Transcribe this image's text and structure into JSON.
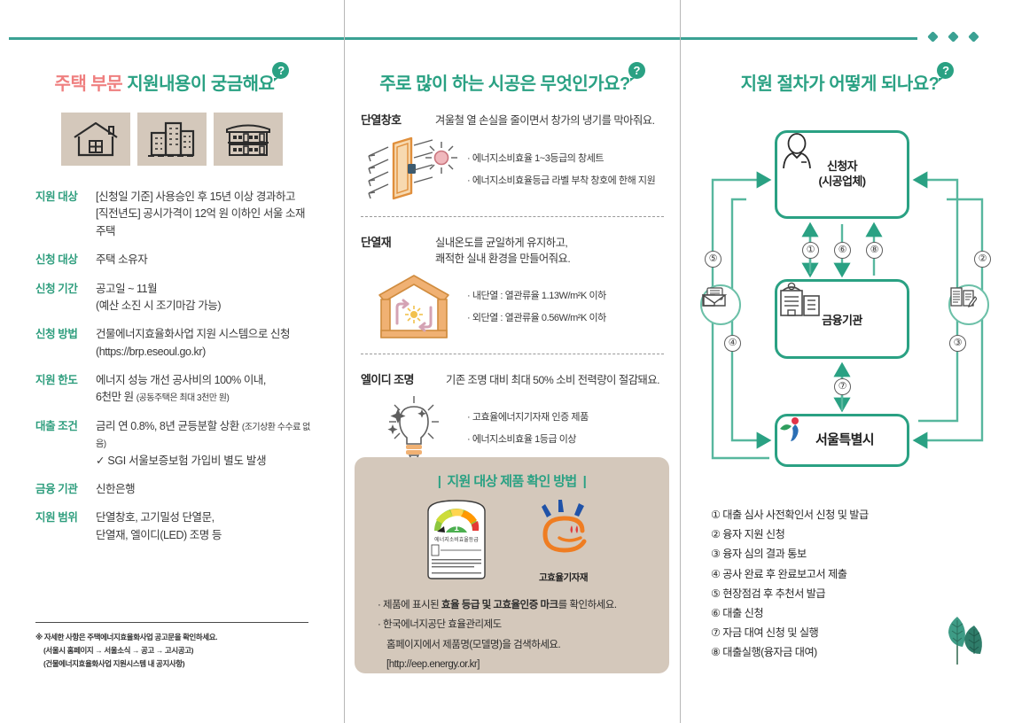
{
  "decor": {
    "dots_count": 3,
    "accent": "#3aa193",
    "beige": "#d4c8bb",
    "teal": "#2aa183",
    "pink": "#ef7f7f"
  },
  "left": {
    "heading_pink": "주택 부문",
    "heading_teal": "지원내용이 궁금해요",
    "icons": [
      "detached-house-icon",
      "apartment-building-icon",
      "multiplex-house-icon"
    ],
    "rows": [
      {
        "key": "지원 대상",
        "lines": [
          "[신청일 기준] 사용승인 후 15년 이상 경과하고",
          "[직전년도] 공시가격이 12억 원 이하인 서울 소재",
          "주택"
        ]
      },
      {
        "key": "신청 대상",
        "lines": [
          "주택 소유자"
        ]
      },
      {
        "key": "신청 기간",
        "lines": [
          "공고일 ~ 11월",
          "(예산 소진 시 조기마감 가능)"
        ]
      },
      {
        "key": "신청 방법",
        "lines": [
          "건물에너지효율화사업 지원 시스템으로 신청",
          "(https://brp.eseoul.go.kr)"
        ]
      },
      {
        "key": "지원 한도",
        "lines": [
          "에너지 성능 개선 공사비의 100% 이내,"
        ],
        "line2_main": "6천만 원",
        "line2_small": "(공동주택은 최대 3천만 원)"
      },
      {
        "key": "대출 조건",
        "line1_main": "금리 연 0.8%, 8년 균등분할 상환",
        "line1_small": "(조기상환 수수료 없음)",
        "line2": "✓ SGI 서울보증보험 가입비 별도 발생"
      },
      {
        "key": "금융 기관",
        "lines": [
          "신한은행"
        ]
      },
      {
        "key": "지원 범위",
        "lines": [
          "단열창호, 고기밀성 단열문,",
          "단열재, 엘이디(LED) 조명 등"
        ]
      }
    ],
    "footnote": [
      "※ 자세한 사항은 주택에너지효율화사업 공고문을 확인하세요.",
      "(서울시 홈페이지 → 서울소식 → 공고 → 고시공고)",
      "(건물에너지효율화사업 지원시스템 내 공지사항)"
    ]
  },
  "middle": {
    "heading": "주로 많이 하는 시공은 무엇인가요?",
    "sections": [
      {
        "title": "단열창호",
        "desc": "겨울철 열 손실을 줄이면서 창가의 냉기를 막아줘요.",
        "icon": "insulated-window-icon",
        "bullets": [
          "· 에너지소비효율 1~3등급의 창세트",
          "· 에너지소비효율등급 라벨 부착 창호에 한해 지원"
        ]
      },
      {
        "title": "단열재",
        "desc": "실내온도를 균일하게 유지하고,\n쾌적한 실내 환경을 만들어줘요.",
        "desc1": "실내온도를 균일하게 유지하고,",
        "desc2": "쾌적한 실내 환경을 만들어줘요.",
        "icon": "insulation-house-icon",
        "bullets": [
          "· 내단열 : 열관류율 1.13W/m²K 이하",
          "· 외단열 : 열관류율 0.56W/m²K 이하"
        ]
      },
      {
        "title": "엘이디 조명",
        "desc": "기존 조명 대비 최대 50% 소비 전력량이 절감돼요.",
        "icon": "led-bulb-icon",
        "bullets": [
          "· 고효율에너지기자재 인증 제품",
          "· 에너지소비효율 1등급 이상"
        ]
      }
    ],
    "product_box": {
      "title": "지원 대상 제품 확인 방법",
      "bar": "|",
      "mark1_name": "energy-grade-label-icon",
      "mark2_name": "high-efficiency-mark-icon",
      "mark2_label": "고효율기자재",
      "line1_a": "· 제품에 표시된 ",
      "line1_b": "효율 등급 및 고효율인증 마크",
      "line1_c": "를 확인하세요.",
      "line2": "· 한국에너지공단 효율관리제도",
      "line3": "홈페이지에서 제품명(모델명)을 검색하세요.",
      "line4": "[http://eep.energy.or.kr]"
    }
  },
  "right": {
    "heading": "지원 절차가 어떻게 되나요?",
    "nodes": [
      {
        "id": "applicant",
        "label1": "신청자",
        "label2": "(시공업체)",
        "icon": "person-icon"
      },
      {
        "id": "bank",
        "label1": "금융기관",
        "icon": "bank-building-icon"
      },
      {
        "id": "seoul",
        "label1": "서울특별시",
        "icon": "seoul-logo-icon"
      }
    ],
    "circles": [
      {
        "id": "mail",
        "icon": "mail-envelope-icon"
      },
      {
        "id": "doc",
        "icon": "document-pen-icon"
      }
    ],
    "step_markers": [
      "①",
      "⑥",
      "⑧",
      "⑤",
      "②",
      "④",
      "③",
      "⑦"
    ],
    "legend": [
      "① 대출 심사 사전확인서 신청 및 발급",
      "② 융자 지원 신청",
      "③ 융자 심의 결과 통보",
      "④ 공사 완료 후 완료보고서 제출",
      "⑤ 현장점검 후 추천서 발급",
      "⑥ 대출 신청",
      "⑦ 자금 대여 신청 및 실행",
      "⑧ 대출실행(융자금 대여)"
    ],
    "tree_icon": "two-leaves-icon"
  }
}
